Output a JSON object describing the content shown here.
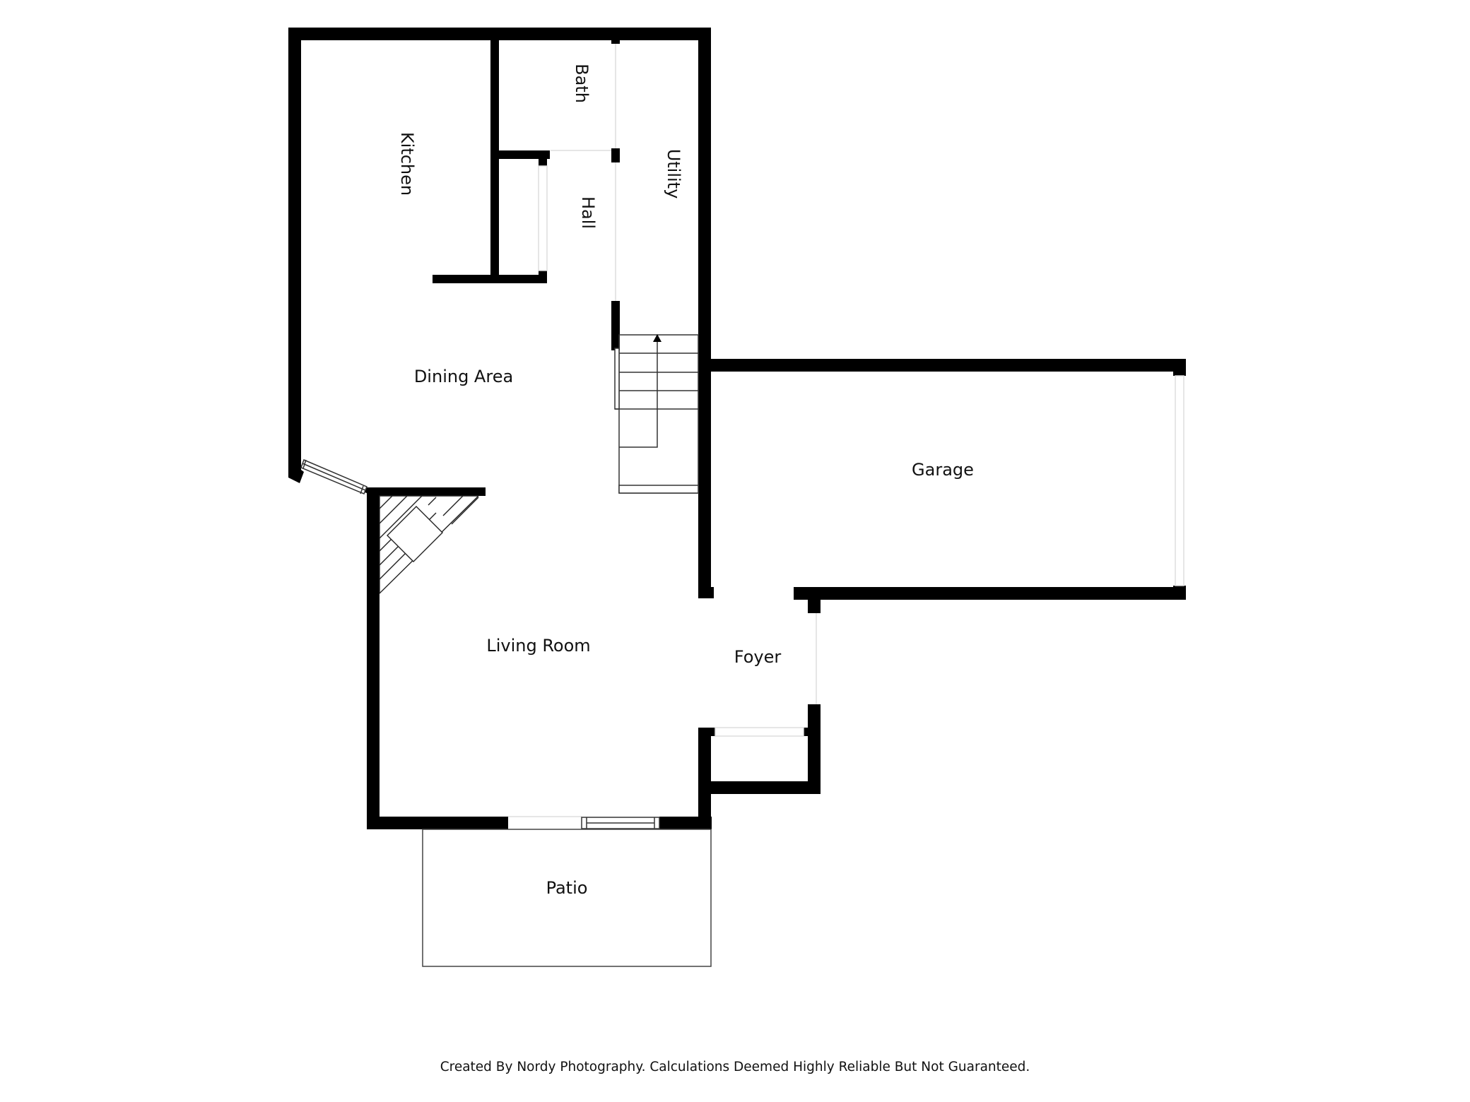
{
  "floorplan": {
    "rooms": [
      {
        "id": "kitchen",
        "label": "Kitchen",
        "rotated": true
      },
      {
        "id": "bath",
        "label": "Bath",
        "rotated": true
      },
      {
        "id": "hall",
        "label": "Hall",
        "rotated": true
      },
      {
        "id": "utility",
        "label": "Utility",
        "rotated": true
      },
      {
        "id": "dining",
        "label": "Dining Area",
        "rotated": false
      },
      {
        "id": "garage",
        "label": "Garage",
        "rotated": false
      },
      {
        "id": "living",
        "label": "Living Room",
        "rotated": false
      },
      {
        "id": "foyer",
        "label": "Foyer",
        "rotated": false
      },
      {
        "id": "patio",
        "label": "Patio",
        "rotated": false
      }
    ],
    "features": {
      "stairs": "stairs-up",
      "fireplace": "corner-fireplace"
    },
    "colors": {
      "wall": "#000000",
      "line": "#333333",
      "opening": "#dddddd",
      "background": "#ffffff"
    }
  },
  "footer": {
    "credit": "Created By Nordy Photography. Calculations Deemed Highly Reliable But Not Guaranteed."
  }
}
